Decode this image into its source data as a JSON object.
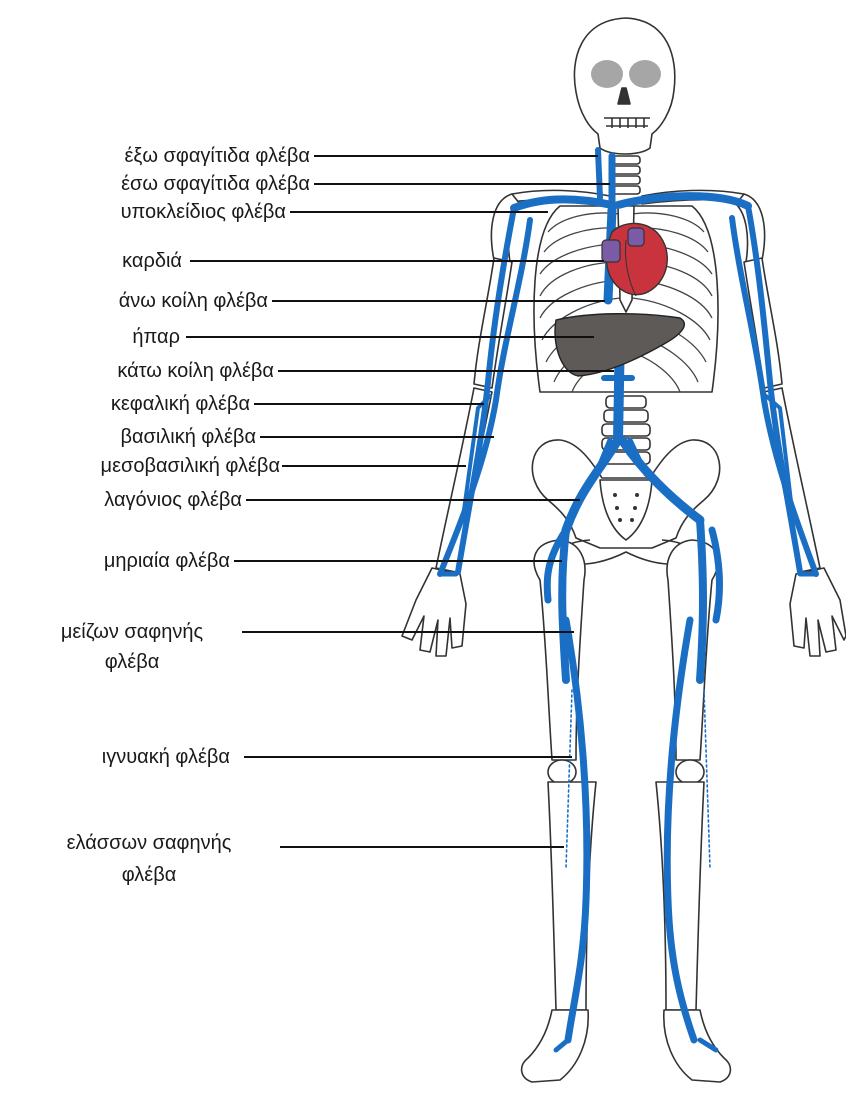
{
  "diagram": {
    "labels": {
      "external_jugular": "έξω σφαγίτιδα φλέβα",
      "internal_jugular": "έσω σφαγίτιδα φλέβα",
      "subclavian": "υποκλείδιος φλέβα",
      "heart": "καρδιά",
      "superior_vena_cava": "άνω κοίλη φλέβα",
      "liver": "ήπαρ",
      "inferior_vena_cava": "κάτω κοίλη φλέβα",
      "cephalic": "κεφαλική φλέβα",
      "basilic": "βασιλική φλέβα",
      "median_basilic": "μεσοβασιλική φλέβα",
      "iliac": "λαγόνιος φλέβα",
      "femoral": "μηριαία φλέβα",
      "great_saphenous_line1": "μείζων σαφηνής",
      "great_saphenous_line2": "φλέβα",
      "popliteal": "ιγνυακή φλέβα",
      "small_saphenous_line1": "ελάσσων σαφηνής",
      "small_saphenous_line2": "φλέβα"
    },
    "colors": {
      "vein": "#1a6fc4",
      "heart": "#c8333d",
      "heart_vessels": "#7b5aa6",
      "liver": "#5e5a58",
      "bone_outline": "#333333",
      "label_text": "#1a1a1a"
    }
  }
}
